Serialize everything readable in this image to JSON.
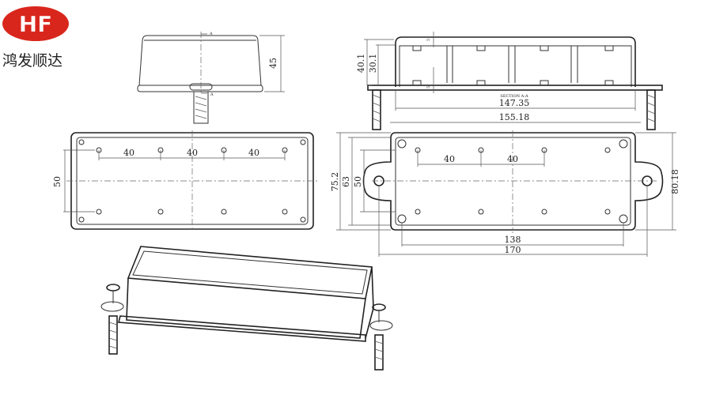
{
  "logo": {
    "mark": "HF",
    "company": "鸿发顺达",
    "color": "#d9261c"
  },
  "front_view": {
    "height": "45",
    "section_marker_top": "A",
    "section_marker_bottom": "A"
  },
  "section_view": {
    "label": "SECTION A-A",
    "outer_height": "40.1",
    "inner_height": "30.1",
    "wall_top": "5",
    "wall_bottom": "5",
    "inner_length": "147.35",
    "outer_length": "155.18"
  },
  "top_view_left": {
    "spacing": [
      "40",
      "40",
      "40"
    ],
    "width": "50"
  },
  "top_view_right": {
    "spacing": [
      "40",
      "40"
    ],
    "height_outer": "75.2",
    "height_mid": "63",
    "height_inner": "50",
    "flange_height": "80.18",
    "hole_span": "138",
    "total_length": "170"
  }
}
